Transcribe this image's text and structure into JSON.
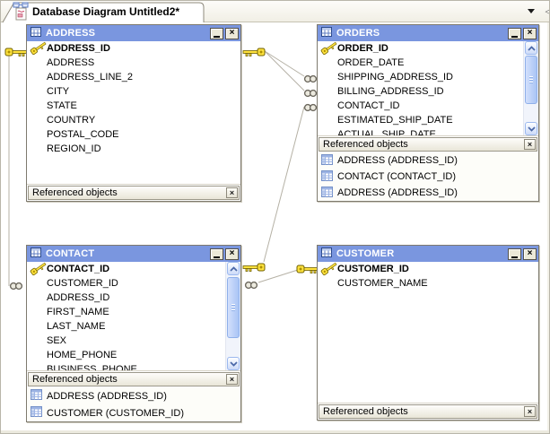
{
  "tabstrip": {
    "title": "Database Diagram Untitled2*"
  },
  "ui": {
    "close_glyph": "×",
    "panel_close_glyph": "×"
  },
  "colors": {
    "titlebar": "#7a96df",
    "canvas": "#ffffff",
    "connector_line": "#b5b1a5",
    "key_fill": "#ffe23e",
    "scrollbar_thumb": "#a9c4f5"
  },
  "tables": [
    {
      "name": "ADDRESS",
      "primary_key": "ADDRESS_ID",
      "fields": [
        "ADDRESS_ID",
        "ADDRESS",
        "ADDRESS_LINE_2",
        "CITY",
        "STATE",
        "COUNTRY",
        "POSTAL_CODE",
        "REGION_ID"
      ],
      "referenced_label": "Referenced objects",
      "referenced": []
    },
    {
      "name": "ORDERS",
      "primary_key": "ORDER_ID",
      "fields": [
        "ORDER_ID",
        "ORDER_DATE",
        "SHIPPING_ADDRESS_ID",
        "BILLING_ADDRESS_ID",
        "CONTACT_ID",
        "ESTIMATED_SHIP_DATE",
        "ACTUAL_SHIP_DATE"
      ],
      "referenced_label": "Referenced objects",
      "referenced": [
        "ADDRESS (ADDRESS_ID)",
        "CONTACT (CONTACT_ID)",
        "ADDRESS (ADDRESS_ID)"
      ]
    },
    {
      "name": "CONTACT",
      "primary_key": "CONTACT_ID",
      "fields": [
        "CONTACT_ID",
        "CUSTOMER_ID",
        "ADDRESS_ID",
        "FIRST_NAME",
        "LAST_NAME",
        "SEX",
        "HOME_PHONE",
        "BUSINESS_PHONE"
      ],
      "referenced_label": "Referenced objects",
      "referenced": [
        "ADDRESS (ADDRESS_ID)",
        "CUSTOMER (CUSTOMER_ID)"
      ]
    },
    {
      "name": "CUSTOMER",
      "primary_key": "CUSTOMER_ID",
      "fields": [
        "CUSTOMER_ID",
        "CUSTOMER_NAME"
      ],
      "referenced_label": "Referenced objects",
      "referenced": []
    }
  ],
  "relationships": [
    {
      "one": "ADDRESS.ADDRESS_ID",
      "many": "ORDERS.SHIPPING_ADDRESS_ID"
    },
    {
      "one": "ADDRESS.ADDRESS_ID",
      "many": "ORDERS.BILLING_ADDRESS_ID"
    },
    {
      "one": "CONTACT.CONTACT_ID",
      "many": "ORDERS.CONTACT_ID"
    },
    {
      "one": "ADDRESS.ADDRESS_ID",
      "many": "CONTACT.ADDRESS_ID"
    },
    {
      "one": "CUSTOMER.CUSTOMER_ID",
      "many": "CONTACT.CUSTOMER_ID"
    }
  ]
}
